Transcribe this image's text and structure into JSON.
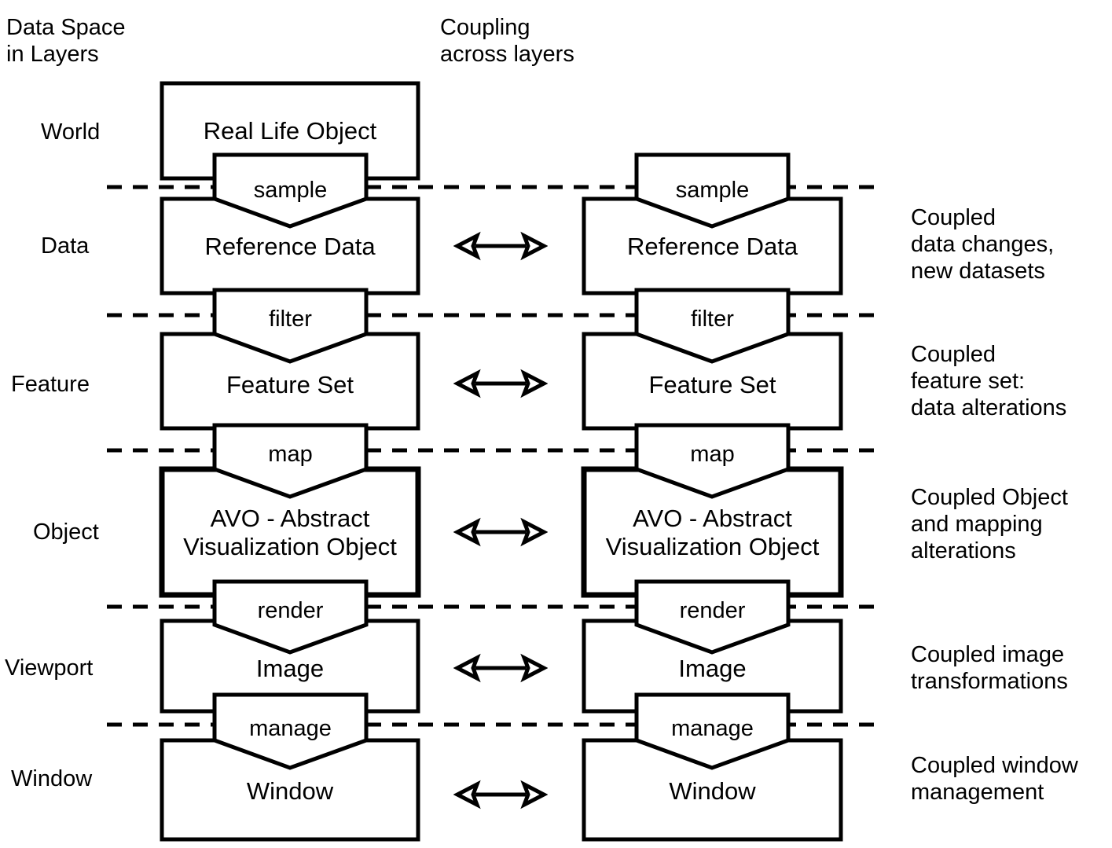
{
  "headers": {
    "left": "Data Space\nin Layers",
    "middle": "Coupling\nacross layers"
  },
  "layers": [
    {
      "name": "World",
      "box_label": "Real Life Object",
      "side_note": "",
      "coupled": false,
      "arrow": ""
    },
    {
      "name": "Data",
      "box_label": "Reference Data",
      "side_note": "Coupled\ndata changes,\nnew datasets",
      "coupled": true,
      "arrow": "double-arrow"
    },
    {
      "name": "Feature",
      "box_label": "Feature Set",
      "side_note": "Coupled\nfeature set:\ndata alterations",
      "coupled": true,
      "arrow": "double-arrow"
    },
    {
      "name": "Object",
      "box_label": "AVO - Abstract\nVisualization Object",
      "side_note": "Coupled Object\nand mapping\nalterations",
      "coupled": true,
      "arrow": "double-arrow"
    },
    {
      "name": "Viewport",
      "box_label": "Image",
      "side_note": "Coupled image\ntransformations",
      "coupled": true,
      "arrow": "double-arrow"
    },
    {
      "name": "Window",
      "box_label": "Window",
      "side_note": "Coupled window\nmanagement",
      "coupled": true,
      "arrow": "double-arrow"
    }
  ],
  "transitions": [
    {
      "label": "sample",
      "between": "World-Data"
    },
    {
      "label": "filter",
      "between": "Data-Feature"
    },
    {
      "label": "map",
      "between": "Feature-Object"
    },
    {
      "label": "render",
      "between": "Object-Viewport"
    },
    {
      "label": "manage",
      "between": "Viewport-Window"
    }
  ],
  "colors": {
    "stroke": "#000000",
    "background": "#ffffff",
    "text": "#000000"
  }
}
